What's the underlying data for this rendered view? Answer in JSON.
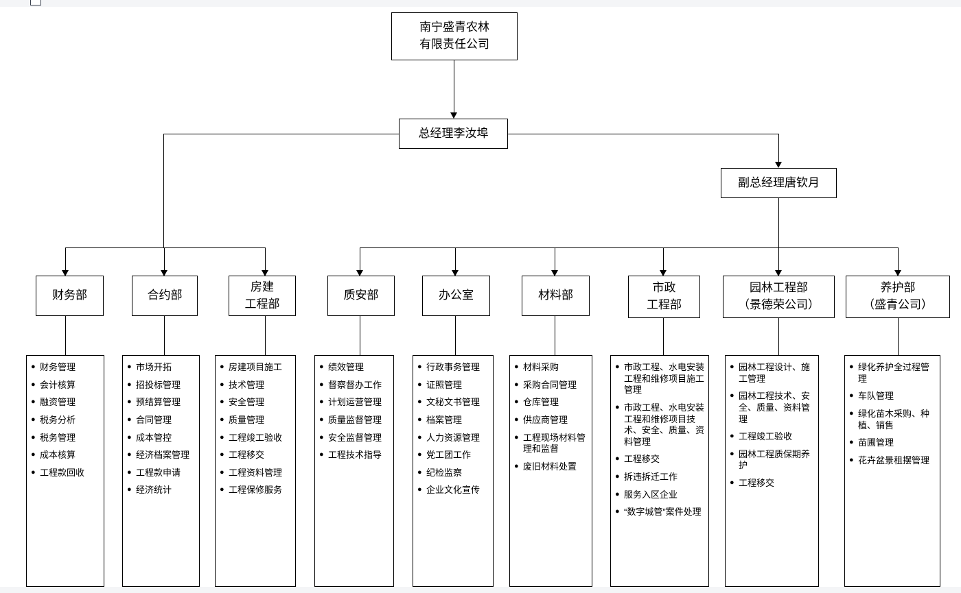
{
  "chart_data": {
    "type": "diagram",
    "title": "南宁盛青农林有限责任公司 组织架构图",
    "orientation": "top-down"
  },
  "root": {
    "line1": "南宁盛青农林",
    "line2": "有限责任公司"
  },
  "gm": {
    "label": "总经理李汝埠"
  },
  "deputy_gm": {
    "label": "副总经理唐钦月"
  },
  "departments": [
    {
      "id": "finance",
      "line1": "财务部",
      "line2": "",
      "duties": [
        "财务管理",
        "会计核算",
        "融资管理",
        "税务分析",
        "税务管理",
        "成本核算",
        "工程款回收"
      ]
    },
    {
      "id": "contract",
      "line1": "合约部",
      "line2": "",
      "duties": [
        "市场开拓",
        "招投标管理",
        "预结算管理",
        "合同管理",
        "成本管控",
        "经济档案管理",
        "工程款申请",
        "经济统计"
      ]
    },
    {
      "id": "housing-engineering",
      "line1": "房建",
      "line2": "工程部",
      "duties": [
        "房建项目施工",
        "技术管理",
        "安全管理",
        "质量管理",
        "工程竣工验收",
        "工程移交",
        "工程资料管理",
        "工程保修服务"
      ]
    },
    {
      "id": "quality-safety",
      "line1": "质安部",
      "line2": "",
      "duties": [
        "绩效管理",
        "督察督办工作",
        "计划运营管理",
        "质量监督管理",
        "安全监督管理",
        "工程技术指导"
      ]
    },
    {
      "id": "office",
      "line1": "办公室",
      "line2": "",
      "duties": [
        "行政事务管理",
        "证照管理",
        "文秘文书管理",
        "档案管理",
        "人力资源管理",
        "党工团工作",
        "纪检监察",
        "企业文化宣传"
      ]
    },
    {
      "id": "materials",
      "line1": "材料部",
      "line2": "",
      "duties": [
        "材料采购",
        "采购合同管理",
        "仓库管理",
        "供应商管理",
        "工程现场材料管理和监督",
        "废旧材料处置"
      ]
    },
    {
      "id": "municipal-engineering",
      "line1": "市政",
      "line2": "工程部",
      "duties": [
        "市政工程、水电安装工程和维修项目施工管理",
        "市政工程、水电安装工程和维修项目技术、安全、质量、资料管理",
        "工程移交",
        "拆违拆迁工作",
        "服务入区企业",
        "“数字城管”案件处理"
      ]
    },
    {
      "id": "landscape-engineering",
      "line1": "园林工程部",
      "line2": "（景德荣公司）",
      "duties": [
        "园林工程设计、施工管理",
        "园林工程技术、安全、质量、资料管理",
        "工程竣工验收",
        "园林工程质保期养护",
        "工程移交"
      ]
    },
    {
      "id": "maintenance",
      "line1": "养护部",
      "line2": "（盛青公司）",
      "duties": [
        "绿化养护全过程管理",
        "车队管理",
        "绿化苗木采购、种植、销售",
        "苗圃管理",
        "花卉盆景租摆管理"
      ]
    }
  ]
}
